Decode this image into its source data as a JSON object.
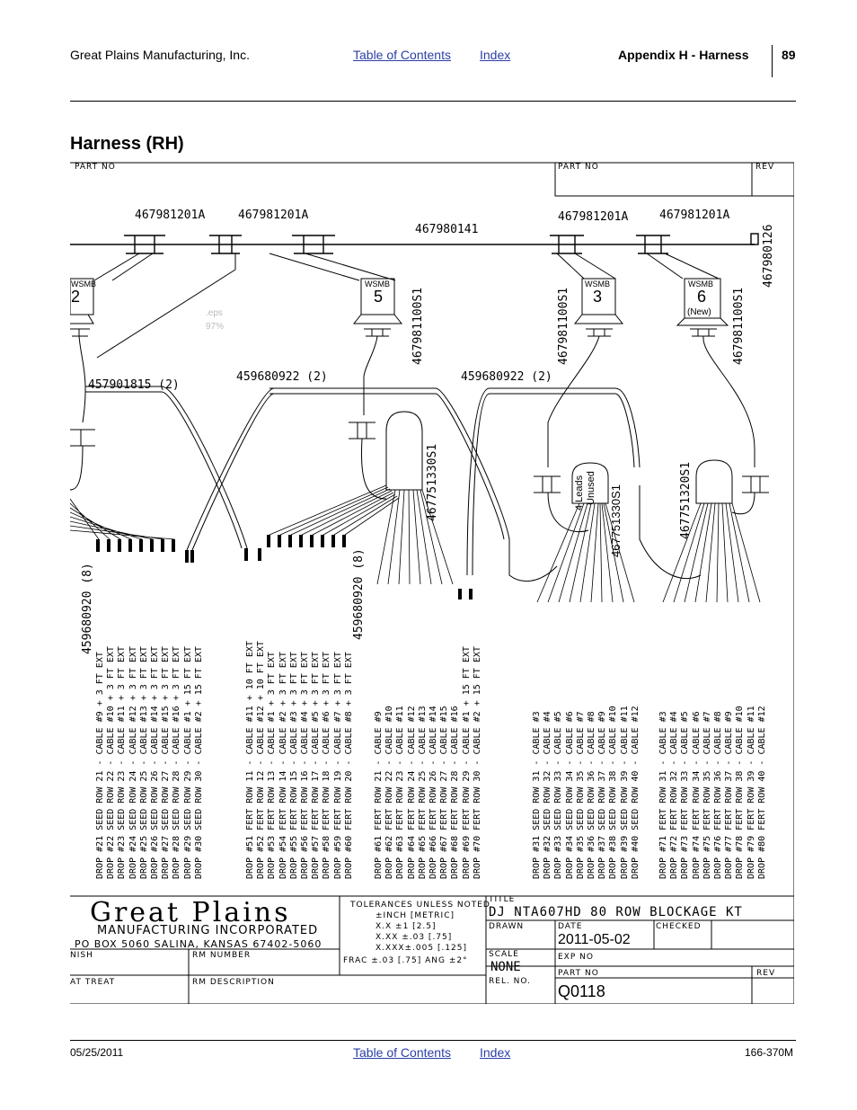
{
  "header": {
    "company": "Great Plains Manufacturing, Inc.",
    "toc_link": "Table of Contents",
    "index_link": "Index",
    "section": "Appendix H - Harness",
    "page_number": "89"
  },
  "title": "Harness (RH)",
  "drawing": {
    "part_no_label": "PART NO",
    "rev_label": "REV",
    "parts": {
      "p1": "467981201A",
      "p2": "467981201A",
      "p3": "467980141",
      "p4": "467981201A",
      "p5": "467981201A",
      "p6": "467980126",
      "p7": "467981100S1",
      "p8": "467981100S1",
      "p9": "467981100S1",
      "p10": "457901815 (2)",
      "p11": "459680922 (2)",
      "p12": "459680922 (2)",
      "p13": "467751330S1",
      "p14": "467751320S1",
      "p15": "459680920 (8)",
      "p16": "459680920 (8)",
      "p17": "467751330S1"
    },
    "wsmb": [
      {
        "label": "WSMB",
        "num": "2",
        "sub": ""
      },
      {
        "label": "WSMB",
        "num": "5",
        "sub": ""
      },
      {
        "label": "WSMB",
        "num": "3",
        "sub": ""
      },
      {
        "label": "WSMB",
        "num": "6",
        "sub": "(New)"
      }
    ],
    "eps_note": ".eps",
    "eps_pct": "97%",
    "leads_note1": "4 Leads",
    "leads_note2": "Unused",
    "groups": [
      [
        "DROP #21 SEED ROW 21 - CABLE #9 + 3 FT EXT",
        "DROP #22 SEED ROW 22 - CABLE #10 + 3 FT EXT",
        "DROP #23 SEED ROW 23 - CABLE #11 + 3 FT EXT",
        "DROP #24 SEED ROW 24 - CABLE #12 + 3 FT EXT",
        "DROP #25 SEED ROW 25 - CABLE #13 + 3 FT EXT",
        "DROP #26 SEED ROW 26 - CABLE #14 + 3 FT EXT",
        "DROP #27 SEED ROW 27 - CABLE #15 + 3 FT EXT",
        "DROP #28 SEED ROW 28 - CABLE #16 + 3 FT EXT",
        "DROP #29 SEED ROW 29 - CABLE #1 + 15 FT EXT",
        "DROP #30 SEED ROW 30 - CABLE #2 + 15 FT EXT"
      ],
      [
        "DROP #51 FERT ROW 11 - CABLE #11 + 10 FT EXT",
        "DROP #52 FERT ROW 12 - CABLE #12 + 10 FT EXT",
        "DROP #53 FERT ROW 13 - CABLE #1 + 3 FT EXT",
        "DROP #54 FERT ROW 14 - CABLE #2 + 3 FT EXT",
        "DROP #55 FERT ROW 15 - CABLE #3 + 3 FT EXT",
        "DROP #56 FERT ROW 16 - CABLE #4 + 3 FT EXT",
        "DROP #57 FERT ROW 17 - CABLE #5 + 3 FT EXT",
        "DROP #58 FERT ROW 18 - CABLE #6 + 3 FT EXT",
        "DROP #59 FERT ROW 19 - CABLE #7 + 3 FT EXT",
        "DROP #60 FERT ROW 20 - CABLE #8 + 3 FT EXT"
      ],
      [
        "DROP #61 FERT ROW 21 - CABLE #9",
        "DROP #62 FERT ROW 22 - CABLE #10",
        "DROP #63 FERT ROW 23 - CABLE #11",
        "DROP #64 FERT ROW 24 - CABLE #12",
        "DROP #65 FERT ROW 25 - CABLE #13",
        "DROP #66 FERT ROW 26 - CABLE #14",
        "DROP #67 FERT ROW 27 - CABLE #15",
        "DROP #68 FERT ROW 28 - CABLE #16",
        "DROP #69 FERT ROW 29 - CABLE #1 + 15 FT EXT",
        "DROP #70 FERT ROW 30 - CABLE #2 + 15 FT EXT"
      ],
      [
        "DROP #31 SEED ROW 31 - CABLE #3",
        "DROP #32 SEED ROW 32 - CABLE #4",
        "DROP #33 SEED ROW 33 - CABLE #5",
        "DROP #34 SEED ROW 34 - CABLE #6",
        "DROP #35 SEED ROW 35 - CABLE #7",
        "DROP #36 SEED ROW 36 - CABLE #8",
        "DROP #37 SEED ROW 37 - CABLE #9",
        "DROP #38 SEED ROW 38 - CABLE #10",
        "DROP #39 SEED ROW 39 - CABLE #11",
        "DROP #40 SEED ROW 40 - CABLE #12"
      ],
      [
        "DROP #71 FERT ROW 31 - CABLE #3",
        "DROP #72 FERT ROW 32 - CABLE #4",
        "DROP #73 FERT ROW 33 - CABLE #5",
        "DROP #74 FERT ROW 34 - CABLE #6",
        "DROP #75 FERT ROW 35 - CABLE #7",
        "DROP #76 FERT ROW 36 - CABLE #8",
        "DROP #77 FERT ROW 37 - CABLE #9",
        "DROP #78 FERT ROW 38 - CABLE #10",
        "DROP #79 FERT ROW 39 - CABLE #11",
        "DROP #80 FERT ROW 40 - CABLE #12"
      ]
    ],
    "title_block": {
      "company": "Great Plains",
      "company_sub": "MANUFACTURING INCORPORATED",
      "address": "PO BOX 5060   SALINA, KANSAS 67402-5060",
      "finish": "NISH",
      "heat_treat": "AT TREAT",
      "rm_number": "RM NUMBER",
      "rm_description": "RM DESCRIPTION",
      "tol_1": "TOLERANCES UNLESS NOTED",
      "tol_2": "±INCH [METRIC]",
      "tol_3": "X.X   ±1 [2.5]",
      "tol_4": "X.XX  ±.03 [.75]",
      "tol_5": "X.XXX±.005 [.125]",
      "tol_6": "FRAC ±.03 [.75]  ANG ±2°",
      "title_label": "TITLE",
      "title_value": "DJ NTA607HD 80 ROW BLOCKAGE KT",
      "drawn_label": "DRAWN",
      "date_label": "DATE",
      "date_value": "2011-05-02",
      "checked_label": "CHECKED",
      "scale_label": "SCALE",
      "scale_value": "NONE",
      "exp_label": "EXP NO",
      "rel_label": "REL. NO.",
      "partno_label": "PART NO",
      "partno_value": "Q0118",
      "rev_label": "REV"
    }
  },
  "footer": {
    "date": "05/25/2011",
    "toc_link": "Table of Contents",
    "index_link": "Index",
    "doc_number": "166-370M"
  }
}
